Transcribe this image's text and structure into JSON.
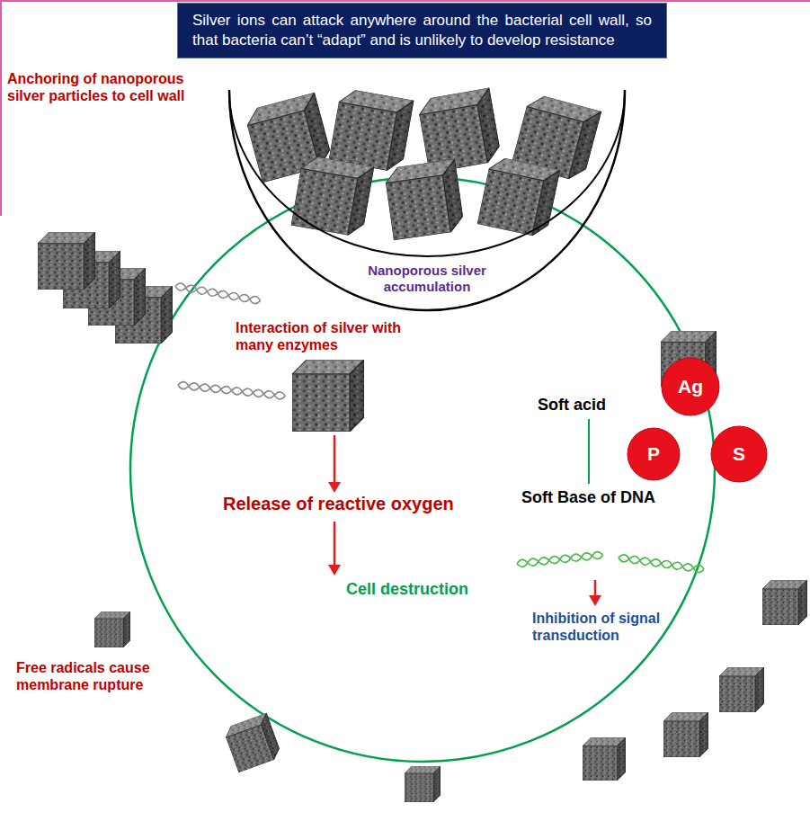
{
  "diagram": {
    "nodes": [
      {
        "text": [
          "Silver ions can attack anywhere around the bacterial cell wall, so that bacteria can’t “adapt” and is unlikely to develop resistance"
        ]
      },
      {
        "text": [
          "Nanoporous silver accumulation"
        ]
      },
      {
        "text": [
          "Ag"
        ]
      },
      {
        "text": [
          "P"
        ]
      },
      {
        "text": [
          "S"
        ]
      }
    ],
    "labels": [
      "Anchoring of nanoporous silver particles to cell wall",
      "Interaction of silver with many enzymes",
      "Soft acid",
      "Soft Base of DNA",
      "Release of reactive oxygen",
      "Cell destruction",
      "Inhibition of signal transduction",
      "Free radicals cause membrane rupture"
    ]
  }
}
